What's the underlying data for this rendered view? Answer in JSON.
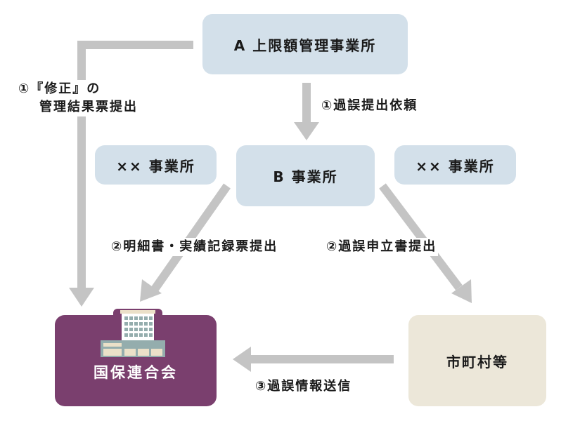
{
  "colors": {
    "office_box": "#d3e0ea",
    "federation_box": "#7a3f6e",
    "municipality_box": "#ece7d9",
    "arrow": "#c4c4c4",
    "text": "#1a1a1a",
    "text_on_dark": "#ffffff"
  },
  "nodes": {
    "office_a": "A 上限額管理事業所",
    "office_b": "B 事業所",
    "other_office_left": "×× 事業所",
    "other_office_right": "×× 事業所",
    "federation": "国保連合会",
    "municipality": "市町村等"
  },
  "flows": {
    "a_to_federation_line1": "①『修正』の",
    "a_to_federation_line2": "管理結果票提出",
    "a_to_b": "①過誤提出依頼",
    "b_to_federation": "②明細書・実績記録票提出",
    "b_to_municipality": "②過誤申立書提出",
    "municipality_to_federation": "③過誤情報送信"
  },
  "icons": {
    "federation_icon": "building-icon"
  }
}
